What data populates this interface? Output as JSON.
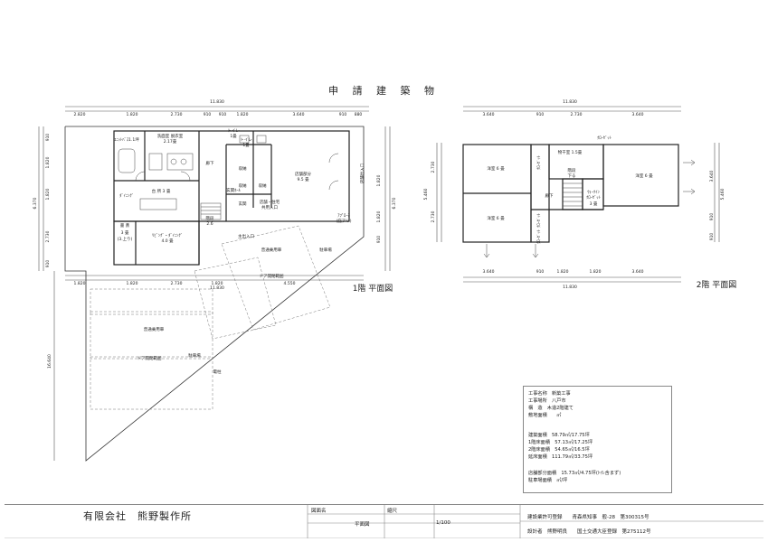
{
  "sheet": {
    "title": "申 請 建 築 物"
  },
  "floor1": {
    "label": "1階 平面図",
    "top_dims": [
      "2.820",
      "1.820",
      "2.730",
      "910",
      "910",
      "1.820",
      "3.640",
      "910",
      "880"
    ],
    "top_total": "11.830",
    "bottom_dims": [
      "1.820",
      "1.820",
      "2.730",
      "1.820",
      "4.550"
    ],
    "bottom_total": "11.830",
    "left_dims": [
      "910",
      "1.820",
      "1.820",
      "2.730",
      "910"
    ],
    "left_total": "6.370",
    "right_dims": [
      "1.820",
      "1.820",
      "910"
    ],
    "right_total": "6.370",
    "lot_dim": "16.640",
    "rooms": {
      "unit_bath": "ﾕﾆｯﾄﾊﾞｽ1.1坪",
      "washroom": "洗面室 脱衣室",
      "washroom_size": "2.17畳",
      "toilet1": "トイレ",
      "toilet1_size": "1畳",
      "toilet2": "トイレ",
      "toilet2_size": "1畳",
      "kitchen": "台 所 3 畳",
      "dining": "ﾀﾞｲﾆﾝｸﾞ",
      "corridor": "廊下",
      "storage1": "収納",
      "storage2": "収納",
      "storage3": "収納",
      "entrance_hall": "玄関ﾎｰﾙ",
      "entrance": "玄関",
      "stairs": "階段",
      "stairs_size": "2.6",
      "store": "店舗部分",
      "store_size": "9.5 畳",
      "shop_storage": "店舗・住宅",
      "shop_storage2": "共用入口",
      "study": "書 斎",
      "study_size": "3 畳",
      "study_note": "(3.上り)",
      "living": "ﾘﾋﾞﾝｸﾞ・ﾀﾞｲﾆﾝｸﾞ",
      "living_size": "4.0 畳",
      "canopy": "ｱﾌﾟﾛｰﾁ",
      "canopy_note": "(庇アリ)",
      "store_entrance": "店舗出入口",
      "main_entrance": "主出入口",
      "parking": "駐車場",
      "car1": "普通乗用車",
      "car2": "普通乗用車",
      "door_range1": "ドア開閉範囲",
      "door_range2": "ドア開閉範囲",
      "parking2": "駐車場",
      "pole": "電柱"
    }
  },
  "floor2": {
    "label": "2階 平面図",
    "top_dims": [
      "3.640",
      "910",
      "2.730",
      "3.640"
    ],
    "top_total": "11.830",
    "bottom_dims": [
      "3.640",
      "910",
      "1.820",
      "1.820",
      "3.640"
    ],
    "bottom_total": "11.830",
    "left_dims": [
      "2.730",
      "2.730"
    ],
    "left_total": "5.460",
    "right_dims": [
      "3.640",
      "910",
      "910"
    ],
    "right_total": "5.460",
    "rooms": {
      "western1": "洋室 6 畳",
      "western2": "洋室 6 畳",
      "western3": "洋室 6 畳",
      "closet_top": "ｸﾛｰｾﾞｯﾄ",
      "laundry": "物干室 1.5畳",
      "stairs": "階段",
      "stairs_dir": "下る",
      "corridor": "廊下",
      "walkin1": "ｳｫｰｸｲﾝ",
      "walkin2": "ｸﾛｰｾﾞｯﾄ",
      "walkin_size": "3 畳",
      "closet_a": "ｸﾛｰｾﾞｯﾄ",
      "closet_b": "ｸﾛｰｾﾞｯﾄ",
      "closet_c": "ｸﾛｰｾﾞｯﾄ"
    }
  },
  "specs": {
    "project_name": "工事名称　新築工事",
    "project_place": "工事場所　八戸市",
    "structure": "構　造　木造2階建て",
    "site_area": "敷地面積　　㎡",
    "building_area": "建築面積　58.79㎡/17.75坪",
    "floor1_area": "1階床面積　57.13㎡/17.25坪",
    "floor2_area": "2階床面積　54.65㎡/16.5坪",
    "total_area": "延床面積　111.79㎡/33.75坪",
    "shop_area": "店舗部分面積　15.73㎡/4.75坪(ﾄｲﾚ含まず)",
    "parking_area": "駐車場面積　㎡/坪"
  },
  "title_block": {
    "company": "有限会社　熊野製作所",
    "drawing_name_label": "図面名",
    "scale_label": "縮尺",
    "drawing_name": "平面図",
    "scale": "1/100",
    "license_line": "建設業許可登録　　青森県知事　般-28　第300315号",
    "designer_line": "設計者　熊野明良　　国土交通大臣登録　第275112号"
  }
}
